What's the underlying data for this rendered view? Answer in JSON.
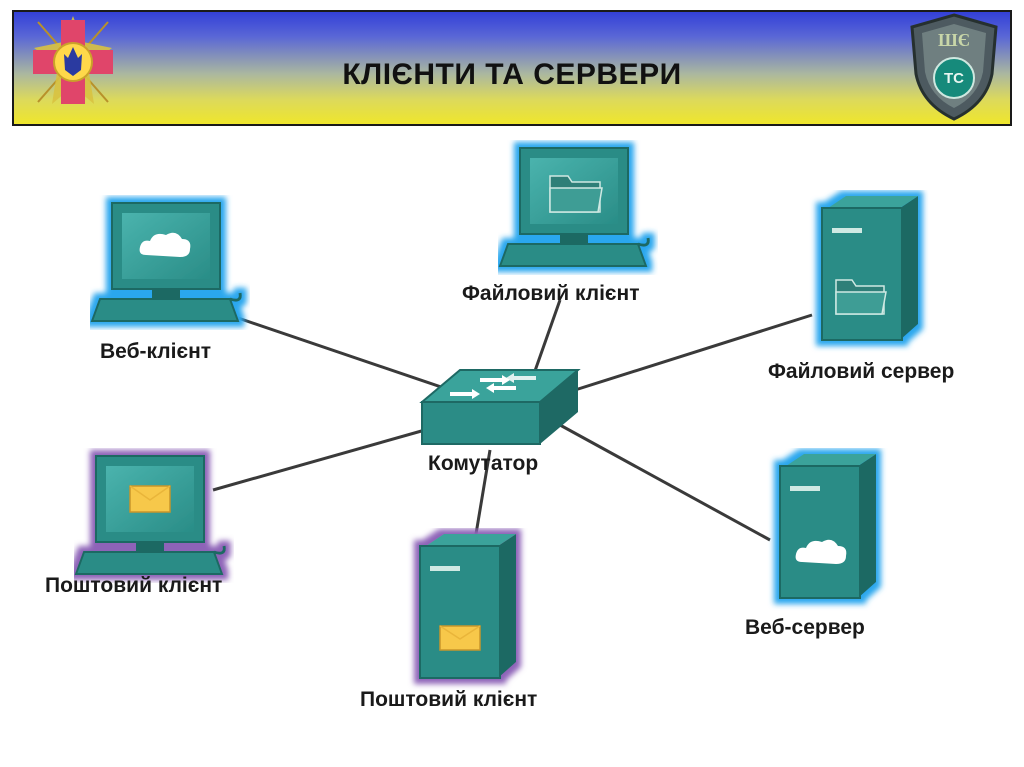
{
  "header": {
    "title": "КЛІЄНТИ ТА СЕРВЕРИ",
    "left_emblem": "armed-forces-emblem",
    "right_emblem": "tc-shield-emblem",
    "colors": {
      "top": "#3340d8",
      "bottom": "#efe62c"
    }
  },
  "diagram": {
    "hub": {
      "label": "Комутатор",
      "icon": "switch-icon"
    },
    "nodes": [
      {
        "id": "web-client",
        "label": "Веб-клієнт",
        "icon": "computer-cloud-icon",
        "glow": "blue"
      },
      {
        "id": "file-client",
        "label": "Файловий клієнт",
        "icon": "computer-folder-icon",
        "glow": "blue"
      },
      {
        "id": "file-server",
        "label": "Файловий сервер",
        "icon": "server-folder-icon",
        "glow": "blue"
      },
      {
        "id": "mail-client-1",
        "label": "Поштовий клієнт",
        "icon": "computer-mail-icon",
        "glow": "purple"
      },
      {
        "id": "mail-client-2",
        "label": "Поштовий клієнт",
        "icon": "server-mail-icon",
        "glow": "purple"
      },
      {
        "id": "web-server",
        "label": "Веб-сервер",
        "icon": "server-cloud-icon",
        "glow": "blue"
      }
    ],
    "colors": {
      "device": "#2b8c86",
      "device_dark": "#1e6964",
      "glow_blue": "#2aa7ee",
      "glow_purple": "#8e63b8",
      "link": "#3a3a3a"
    }
  }
}
